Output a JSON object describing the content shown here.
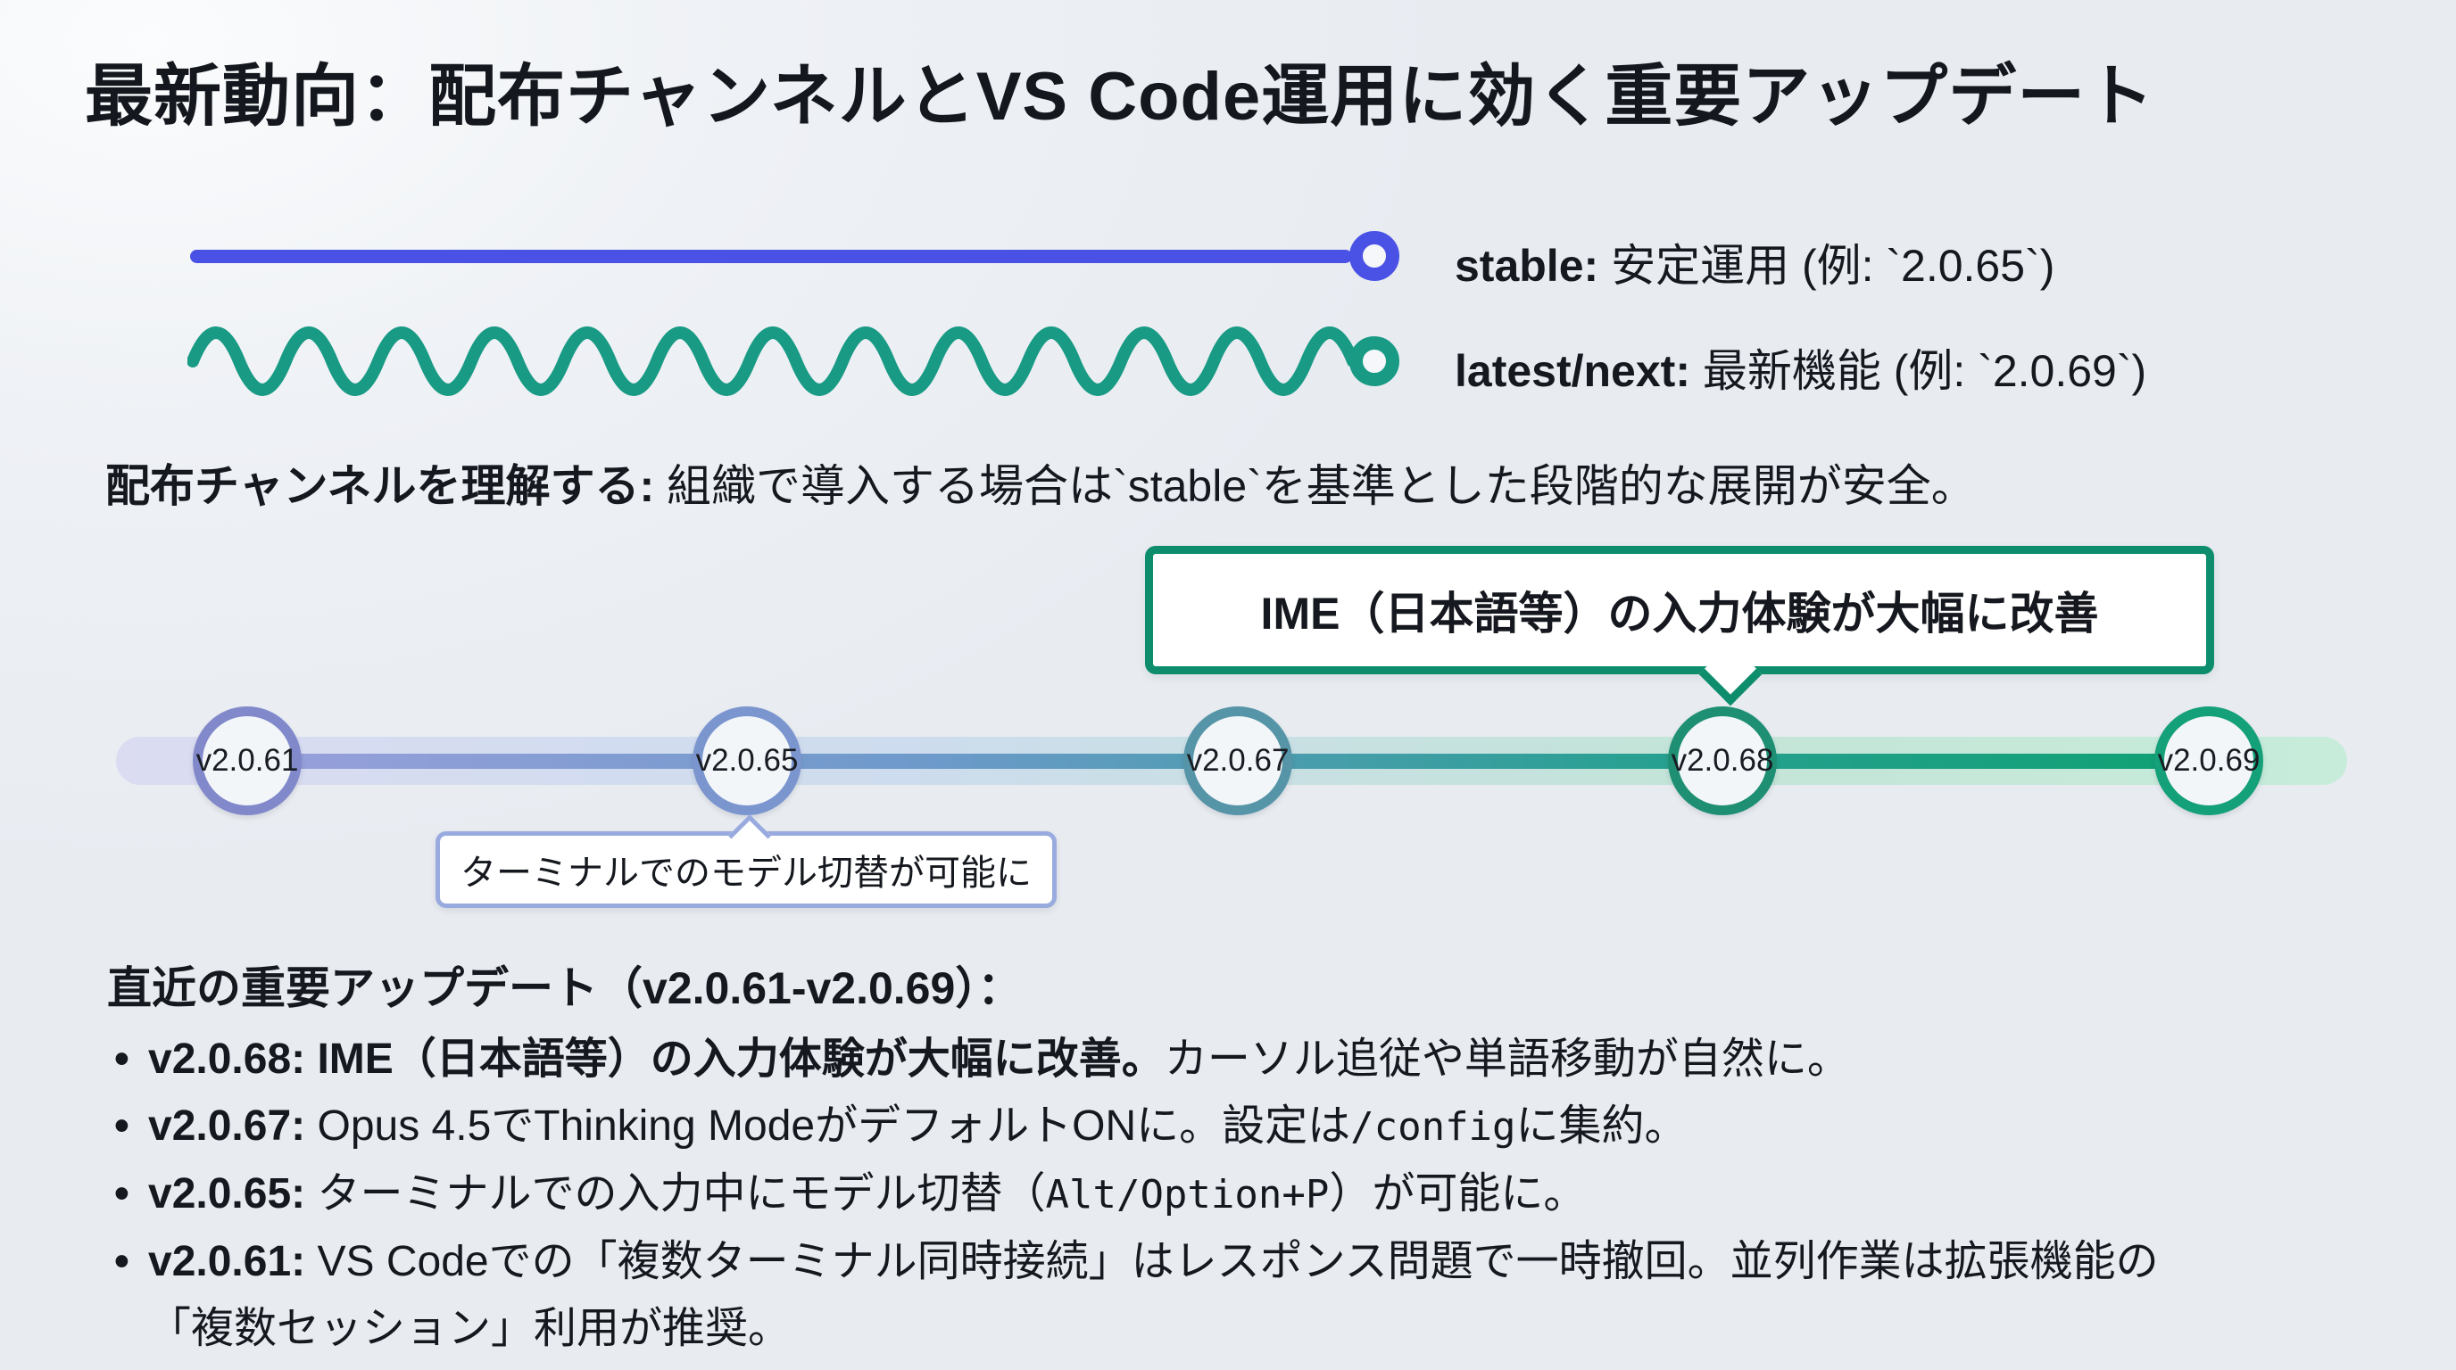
{
  "page": {
    "title": "最新動向：配布チャンネルとVS Code運用に効く重要アップデート"
  },
  "colors": {
    "background": "#e9edf2",
    "stable_blue": "#4a52e6",
    "latest_teal": "#189a84",
    "callout_top_border": "#0d8d6c",
    "callout_bottom_border": "#99abde",
    "text": "#15181e"
  },
  "legend": {
    "items": [
      {
        "style": "straight-line",
        "color": "#4a52e6",
        "label_bold": "stable:",
        "label_rest": " 安定運用 (例: `2.0.65`)"
      },
      {
        "style": "wavy-line",
        "color": "#189a84",
        "label_bold": "latest/next:",
        "label_rest": " 最新機能 (例: `2.0.69`)"
      }
    ]
  },
  "intro": {
    "bold": "配布チャンネルを理解する:",
    "rest": " 組織で導入する場合は`stable`を基準とした段階的な展開が安全。"
  },
  "callout_top": {
    "text": "IME（日本語等）の入力体験が大幅に改善",
    "points_to": "v2.0.68"
  },
  "callout_bottom": {
    "text": "ターミナルでのモデル切替が可能に",
    "points_to": "v2.0.65"
  },
  "timeline": {
    "nodes": [
      {
        "label": "v2.0.61",
        "color": "#8289cb"
      },
      {
        "label": "v2.0.65",
        "color": "#7b95cf"
      },
      {
        "label": "v2.0.67",
        "color": "#5694a8"
      },
      {
        "label": "v2.0.68",
        "color": "#1e8f73"
      },
      {
        "label": "v2.0.69",
        "color": "#14a078"
      }
    ]
  },
  "updates": {
    "heading": "直近の重要アップデート（v2.0.61-v2.0.69）：",
    "items": [
      {
        "segments": [
          {
            "t": "v2.0.68: IME（日本語等）の入力体験が大幅に改善。",
            "b": true
          },
          {
            "t": "カーソル追従や単語移動が自然に。"
          }
        ]
      },
      {
        "segments": [
          {
            "t": "v2.0.67:",
            "b": true
          },
          {
            "t": " Opus 4.5でThinking ModeがデフォルトONに。設定は"
          },
          {
            "t": "/config",
            "m": true
          },
          {
            "t": "に集約。"
          }
        ]
      },
      {
        "segments": [
          {
            "t": "v2.0.65:",
            "b": true
          },
          {
            "t": " ターミナルでの入力中にモデル切替（"
          },
          {
            "t": "Alt/Option+P",
            "m": true
          },
          {
            "t": "）が可能に。"
          }
        ]
      },
      {
        "segments": [
          {
            "t": "v2.0.61:",
            "b": true
          },
          {
            "t": " VS Codeでの「複数ターミナル同時接続」はレスポンス問題で一時撤回。並列作業は拡張機能の「複数セッション」利用が推奨。"
          }
        ]
      }
    ]
  }
}
